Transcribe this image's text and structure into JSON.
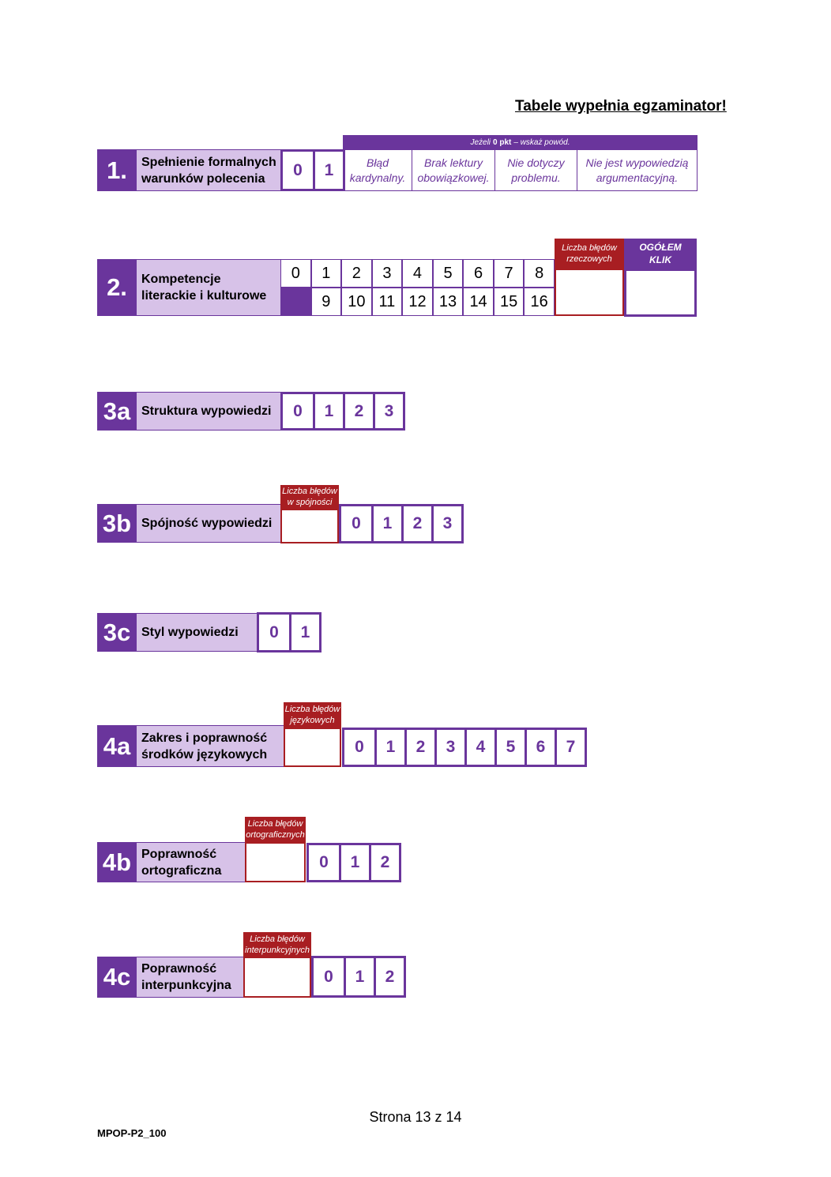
{
  "header": {
    "title": "Tabele wypełnia egzaminator!"
  },
  "s1": {
    "num": "1.",
    "label_lines": [
      "Spełnienie formalnych",
      "warunków polecenia"
    ],
    "scores": [
      "0",
      "1"
    ],
    "reason_header": {
      "pre": "Jeżeli",
      "bold": "0 pkt",
      "post": "– wskaż powód."
    },
    "reasons": [
      [
        "Błąd",
        "kardynalny."
      ],
      [
        "Brak lektury",
        "obowiązkowej."
      ],
      [
        "Nie dotyczy",
        "problemu."
      ],
      [
        "Nie jest wypowiedzią",
        "argumentacyjną."
      ]
    ]
  },
  "s2": {
    "num": "2.",
    "label_lines": [
      "Kompetencje",
      "literackie i kulturowe"
    ],
    "row1": [
      "0",
      "1",
      "2",
      "3",
      "4",
      "5",
      "6",
      "7",
      "8"
    ],
    "row2": [
      "",
      "9",
      "10",
      "11",
      "12",
      "13",
      "14",
      "15",
      "16"
    ],
    "errors_label": [
      "Liczba błędów",
      "rzeczowych"
    ],
    "total_label": [
      "OGÓŁEM",
      "KLIK"
    ]
  },
  "s3a": {
    "num": "3a",
    "label_lines": [
      "Struktura wypowiedzi"
    ],
    "scores": [
      "0",
      "1",
      "2",
      "3"
    ]
  },
  "s3b": {
    "num": "3b",
    "label_lines": [
      "Spójność wypowiedzi"
    ],
    "errors_label": [
      "Liczba błędów",
      "w spójności"
    ],
    "scores": [
      "0",
      "1",
      "2",
      "3"
    ]
  },
  "s3c": {
    "num": "3c",
    "label_lines": [
      "Styl wypowiedzi"
    ],
    "scores": [
      "0",
      "1"
    ]
  },
  "s4a": {
    "num": "4a",
    "label_lines": [
      "Zakres i poprawność",
      "środków językowych"
    ],
    "errors_label": [
      "Liczba błędów",
      "językowych"
    ],
    "scores": [
      "0",
      "1",
      "2",
      "3",
      "4",
      "5",
      "6",
      "7"
    ]
  },
  "s4b": {
    "num": "4b",
    "label_lines": [
      "Poprawność",
      "ortograficzna"
    ],
    "errors_label": [
      "Liczba błędów",
      "ortograficznych"
    ],
    "scores": [
      "0",
      "1",
      "2"
    ]
  },
  "s4c": {
    "num": "4c",
    "label_lines": [
      "Poprawność",
      "interpunkcyjna"
    ],
    "errors_label": [
      "Liczba błędów",
      "interpunkcyjnych"
    ],
    "scores": [
      "0",
      "1",
      "2"
    ]
  },
  "footer": {
    "page": "Strona 13 z 14",
    "code": "MPOP-P2_100"
  }
}
